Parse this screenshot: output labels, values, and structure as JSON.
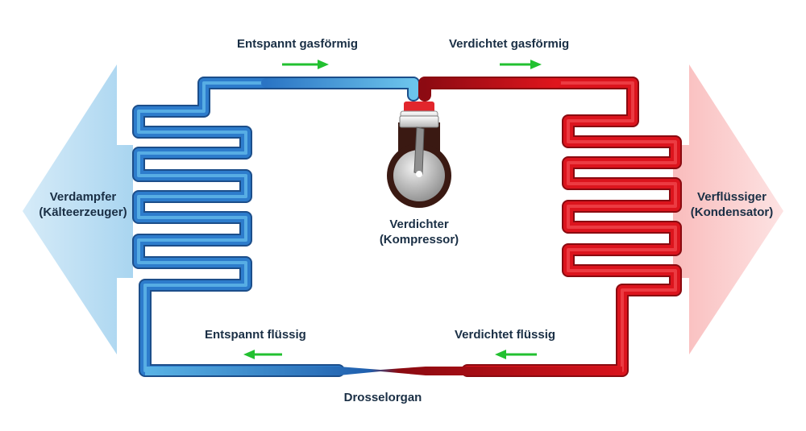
{
  "labels": {
    "top_left": "Entspannt gasförmig",
    "top_right": "Verdichtet gasförmig",
    "bottom_left": "Entspannt flüssig",
    "bottom_right": "Verdichtet flüssig",
    "evaporator_line1": "Verdampfer",
    "evaporator_line2": "(Kälteerzeuger)",
    "condenser_line1": "Verflüssiger",
    "condenser_line2": "(Kondensator)",
    "compressor_line1": "Verdichter",
    "compressor_line2": "(Kompressor)",
    "throttle": "Drosselorgan"
  },
  "colors": {
    "cold": "#2a78c8",
    "hot": "#d8131c",
    "arrow": "#22c030",
    "text": "#1a2f45"
  }
}
